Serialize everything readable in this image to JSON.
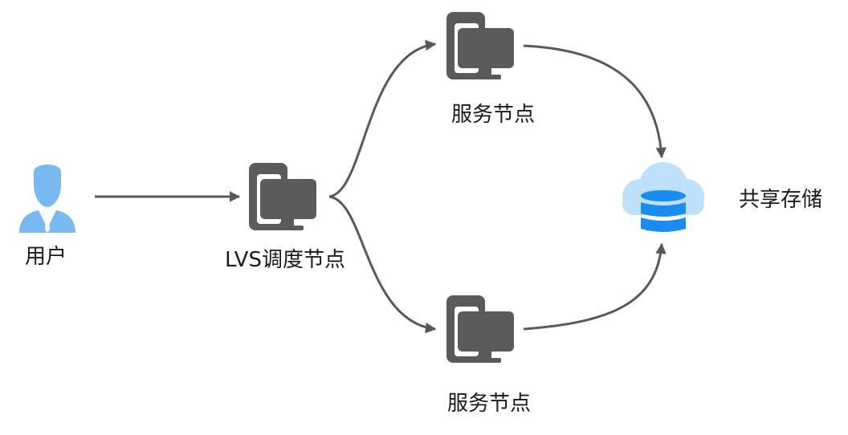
{
  "nodes": {
    "user": {
      "label": "用户",
      "icon": "user-icon"
    },
    "lvs": {
      "label": "LVS调度节点",
      "icon": "computer-icon"
    },
    "server_top": {
      "label": "服务节点",
      "icon": "computer-icon"
    },
    "server_bottom": {
      "label": "服务节点",
      "icon": "computer-icon"
    },
    "storage": {
      "label": "共享存储",
      "icon": "cloud-database-icon"
    }
  },
  "edges": [
    {
      "from": "user",
      "to": "lvs"
    },
    {
      "from": "lvs",
      "to": "server_top"
    },
    {
      "from": "lvs",
      "to": "server_bottom"
    },
    {
      "from": "server_top",
      "to": "storage"
    },
    {
      "from": "server_bottom",
      "to": "storage"
    }
  ],
  "colors": {
    "computer": "#5a5a5a",
    "arrow": "#595959",
    "user": "#7ab8f0",
    "cloud": "#bfe0fb",
    "database": "#1a8cf0",
    "text": "#1a1a1a"
  }
}
